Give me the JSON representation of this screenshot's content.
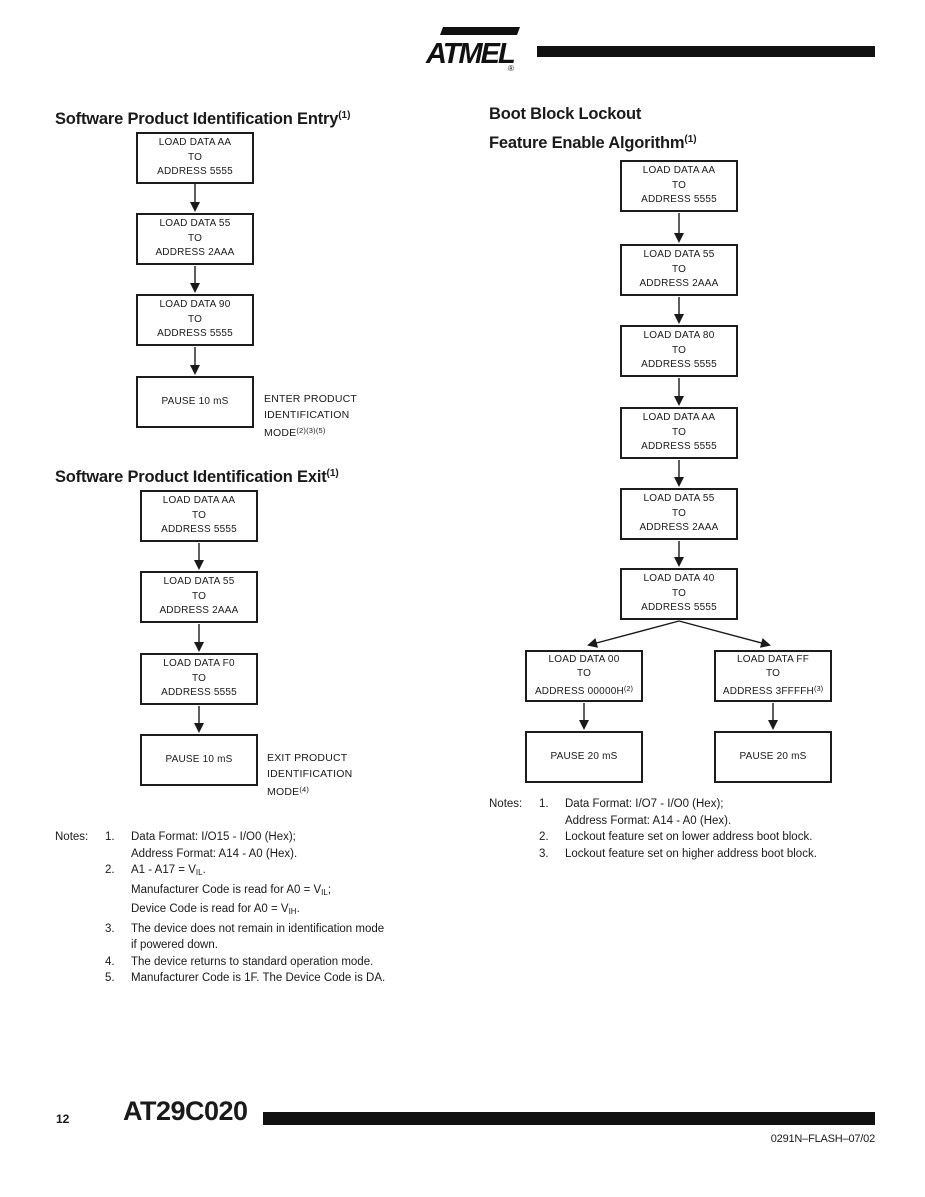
{
  "header": {
    "brand": "ATMEL",
    "registered": "®"
  },
  "sections": {
    "entry": {
      "title": "Software Product Identification Entry",
      "title_sup": "(1)",
      "nodes": [
        {
          "l1": "LOAD DATA AA",
          "l2": "TO",
          "l3": "ADDRESS 5555"
        },
        {
          "l1": "LOAD DATA 55",
          "l2": "TO",
          "l3": "ADDRESS 2AAA"
        },
        {
          "l1": "LOAD DATA 90",
          "l2": "TO",
          "l3": "ADDRESS 5555"
        },
        {
          "l1": "PAUSE 10 mS"
        }
      ],
      "note": {
        "l1": "ENTER PRODUCT",
        "l2": "IDENTIFICATION",
        "l3": "MODE",
        "l3_sup": "(2)(3)(5)"
      }
    },
    "exit": {
      "title": "Software Product Identification Exit",
      "title_sup": "(1)",
      "nodes": [
        {
          "l1": "LOAD DATA AA",
          "l2": "TO",
          "l3": "ADDRESS 5555"
        },
        {
          "l1": "LOAD DATA 55",
          "l2": "TO",
          "l3": "ADDRESS 2AAA"
        },
        {
          "l1": "LOAD DATA F0",
          "l2": "TO",
          "l3": "ADDRESS 5555"
        },
        {
          "l1": "PAUSE 10 mS"
        }
      ],
      "note": {
        "l1": "EXIT PRODUCT",
        "l2": "IDENTIFICATION",
        "l3": "MODE",
        "l3_sup": "(4)"
      }
    },
    "boot": {
      "title_l1": "Boot Block Lockout",
      "title_l2": "Feature Enable Algorithm",
      "title_sup": "(1)",
      "nodes": [
        {
          "l1": "LOAD DATA AA",
          "l2": "TO",
          "l3": "ADDRESS 5555"
        },
        {
          "l1": "LOAD DATA 55",
          "l2": "TO",
          "l3": "ADDRESS 2AAA"
        },
        {
          "l1": "LOAD DATA 80",
          "l2": "TO",
          "l3": "ADDRESS 5555"
        },
        {
          "l1": "LOAD DATA AA",
          "l2": "TO",
          "l3": "ADDRESS 5555"
        },
        {
          "l1": "LOAD DATA 55",
          "l2": "TO",
          "l3": "ADDRESS 2AAA"
        },
        {
          "l1": "LOAD DATA 40",
          "l2": "TO",
          "l3": "ADDRESS 5555"
        },
        {
          "l1": "LOAD DATA 00",
          "l2": "TO",
          "l3": "ADDRESS 00000H",
          "l3_sup": "(2)"
        },
        {
          "l1": "LOAD DATA FF",
          "l2": "TO",
          "l3": "ADDRESS 3FFFFH",
          "l3_sup": "(3)"
        },
        {
          "l1": "PAUSE 20 mS"
        },
        {
          "l1": "PAUSE 20 mS"
        }
      ]
    }
  },
  "notes_left": {
    "label": "Notes:",
    "rows": [
      {
        "n": "1.",
        "t": "Data Format: I/O15 - I/O0 (Hex);"
      },
      {
        "t": "Address Format: A14 - A0 (Hex)."
      },
      {
        "n": "2.",
        "pre": "A1 - A17 = V",
        "sub": "IL",
        "post": "."
      },
      {
        "pre": "Manufacturer Code is read for A0 = V",
        "sub": "IL",
        "post": ";"
      },
      {
        "pre": "Device Code is read for A0 = V",
        "sub": "IH",
        "post": "."
      },
      {
        "n": "3.",
        "t": "The device does not remain in identification mode"
      },
      {
        "t": "if powered down."
      },
      {
        "n": "4.",
        "t": "The device returns to standard operation mode."
      },
      {
        "n": "5.",
        "t": "Manufacturer Code is 1F. The Device Code is DA."
      }
    ]
  },
  "notes_right": {
    "label": "Notes:",
    "rows": [
      {
        "n": "1.",
        "t": "Data Format: I/O7 - I/O0 (Hex);"
      },
      {
        "t": "Address Format: A14 - A0 (Hex)."
      },
      {
        "n": "2.",
        "t": "Lockout feature set on lower address boot block."
      },
      {
        "n": "3.",
        "t": "Lockout feature set on higher address boot block."
      }
    ]
  },
  "footer": {
    "page_number": "12",
    "device": "AT29C020",
    "doc_code": "0291N–FLASH–07/02"
  }
}
